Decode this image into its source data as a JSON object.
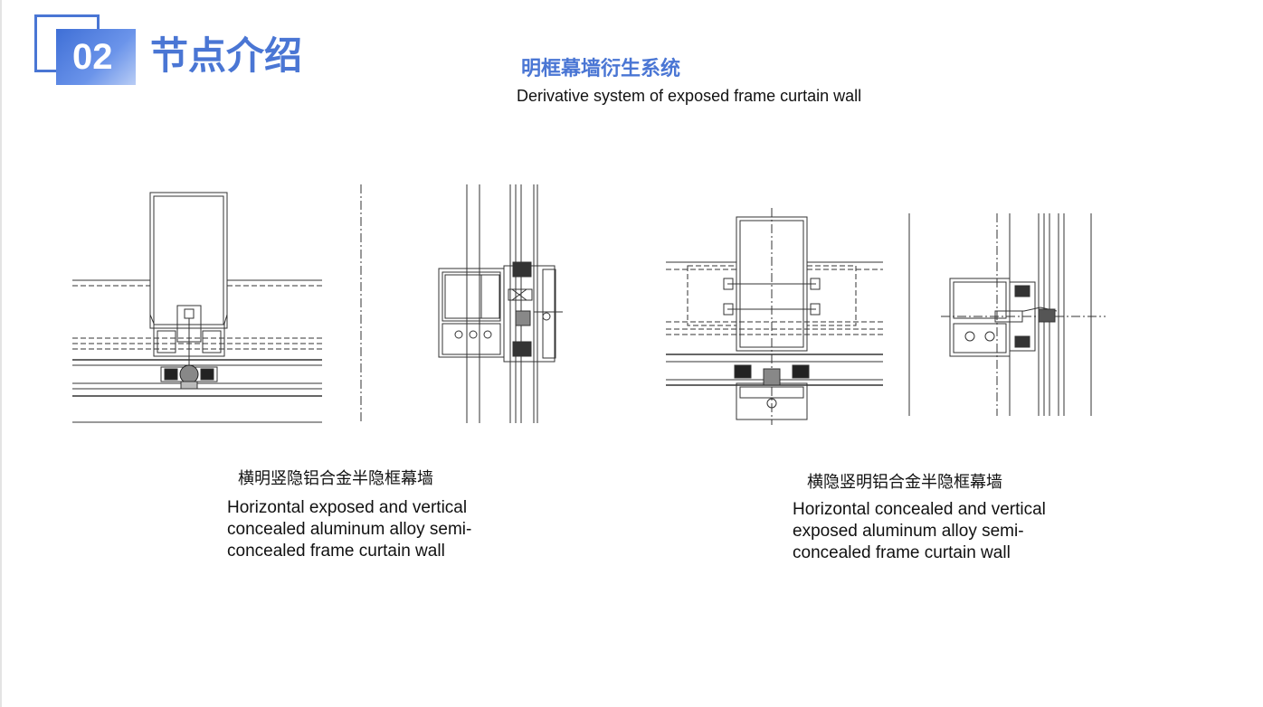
{
  "header": {
    "section_number": "02",
    "section_title": "节点介绍",
    "subtitle_cn": "明框幕墙衍生系统",
    "subtitle_en": "Derivative system of exposed frame curtain wall"
  },
  "systems": [
    {
      "caption_cn": "横明竖隐铝合金半隐框幕墙",
      "caption_en": "Horizontal exposed and vertical\nconcealed aluminum alloy semi-\nconcealed frame curtain wall"
    },
    {
      "caption_cn": "横隐竖明铝合金半隐框幕墙",
      "caption_en": "Horizontal concealed and vertical\nexposed aluminum alloy semi-\nconcealed frame curtain wall"
    }
  ],
  "colors": {
    "accent": "#4a76d4",
    "line": "#333333"
  }
}
